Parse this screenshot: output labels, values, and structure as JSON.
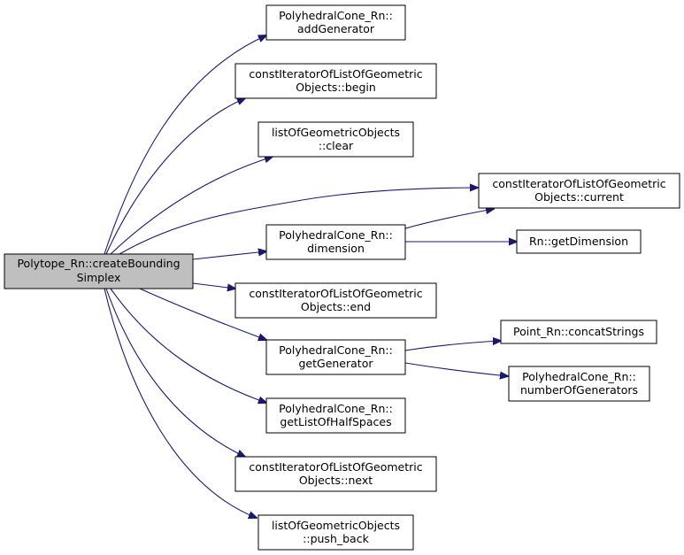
{
  "graph": {
    "root": {
      "line1": "Polytope_Rn::createBounding",
      "line2": "Simplex"
    },
    "nodes": {
      "addGenerator": {
        "line1": "PolyhedralCone_Rn::",
        "line2": "addGenerator"
      },
      "begin": {
        "line1": "constIteratorOfListOfGeometric",
        "line2": "Objects::begin"
      },
      "clear": {
        "line1": "listOfGeometricObjects",
        "line2": "::clear"
      },
      "current": {
        "line1": "constIteratorOfListOfGeometric",
        "line2": "Objects::current"
      },
      "dimension": {
        "line1": "PolyhedralCone_Rn::",
        "line2": "dimension"
      },
      "getDimension": {
        "line1": "Rn::getDimension"
      },
      "end": {
        "line1": "constIteratorOfListOfGeometric",
        "line2": "Objects::end"
      },
      "getGenerator": {
        "line1": "PolyhedralCone_Rn::",
        "line2": "getGenerator"
      },
      "concatStrings": {
        "line1": "Point_Rn::concatStrings"
      },
      "numberOfGenerators": {
        "line1": "PolyhedralCone_Rn::",
        "line2": "numberOfGenerators"
      },
      "getListOfHalfSpaces": {
        "line1": "PolyhedralCone_Rn::",
        "line2": "getListOfHalfSpaces"
      },
      "next": {
        "line1": "constIteratorOfListOfGeometric",
        "line2": "Objects::next"
      },
      "push_back": {
        "line1": "listOfGeometricObjects",
        "line2": "::push_back"
      }
    },
    "edges": [
      {
        "from": "root",
        "to": "addGenerator"
      },
      {
        "from": "root",
        "to": "begin"
      },
      {
        "from": "root",
        "to": "clear"
      },
      {
        "from": "root",
        "to": "current"
      },
      {
        "from": "root",
        "to": "dimension"
      },
      {
        "from": "root",
        "to": "end"
      },
      {
        "from": "root",
        "to": "getGenerator"
      },
      {
        "from": "root",
        "to": "getListOfHalfSpaces"
      },
      {
        "from": "root",
        "to": "next"
      },
      {
        "from": "root",
        "to": "push_back"
      },
      {
        "from": "dimension",
        "to": "current"
      },
      {
        "from": "dimension",
        "to": "getDimension"
      },
      {
        "from": "getGenerator",
        "to": "concatStrings"
      },
      {
        "from": "getGenerator",
        "to": "numberOfGenerators"
      }
    ],
    "colors": {
      "edge": "#191970",
      "root_fill": "#bfbfbf",
      "node_fill": "#ffffff",
      "border": "#000000"
    }
  }
}
